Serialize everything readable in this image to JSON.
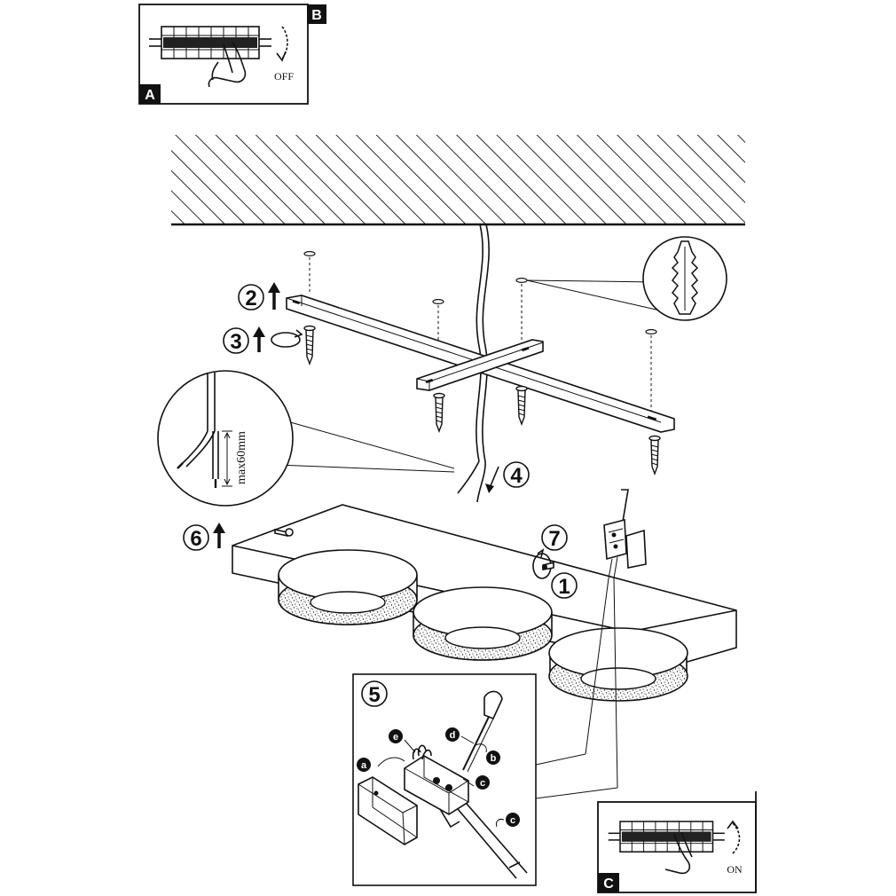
{
  "panels": {
    "a": {
      "letter": "A",
      "switch_state": "OFF"
    },
    "b": {
      "letter": "B"
    },
    "c": {
      "letter": "C",
      "switch_state": "ON"
    }
  },
  "steps": {
    "s1": "1",
    "s2": "2",
    "s3": "3",
    "s4": "4",
    "s5": "5",
    "s6": "6",
    "s7": "7"
  },
  "wire_callout": {
    "measure": "max60mm"
  },
  "connector_parts": {
    "a": "a",
    "b": "b",
    "c1": "c",
    "c2": "c",
    "d": "d",
    "e": "e"
  },
  "icons": [
    "breaker-switch-icon",
    "hand-icon",
    "arrow-up-icon",
    "rotate-icon",
    "screw-icon",
    "wall-plug-icon",
    "screwdriver-icon",
    "terminal-block-icon"
  ],
  "colors": {
    "ink": "#111111",
    "paper": "#ffffff"
  }
}
